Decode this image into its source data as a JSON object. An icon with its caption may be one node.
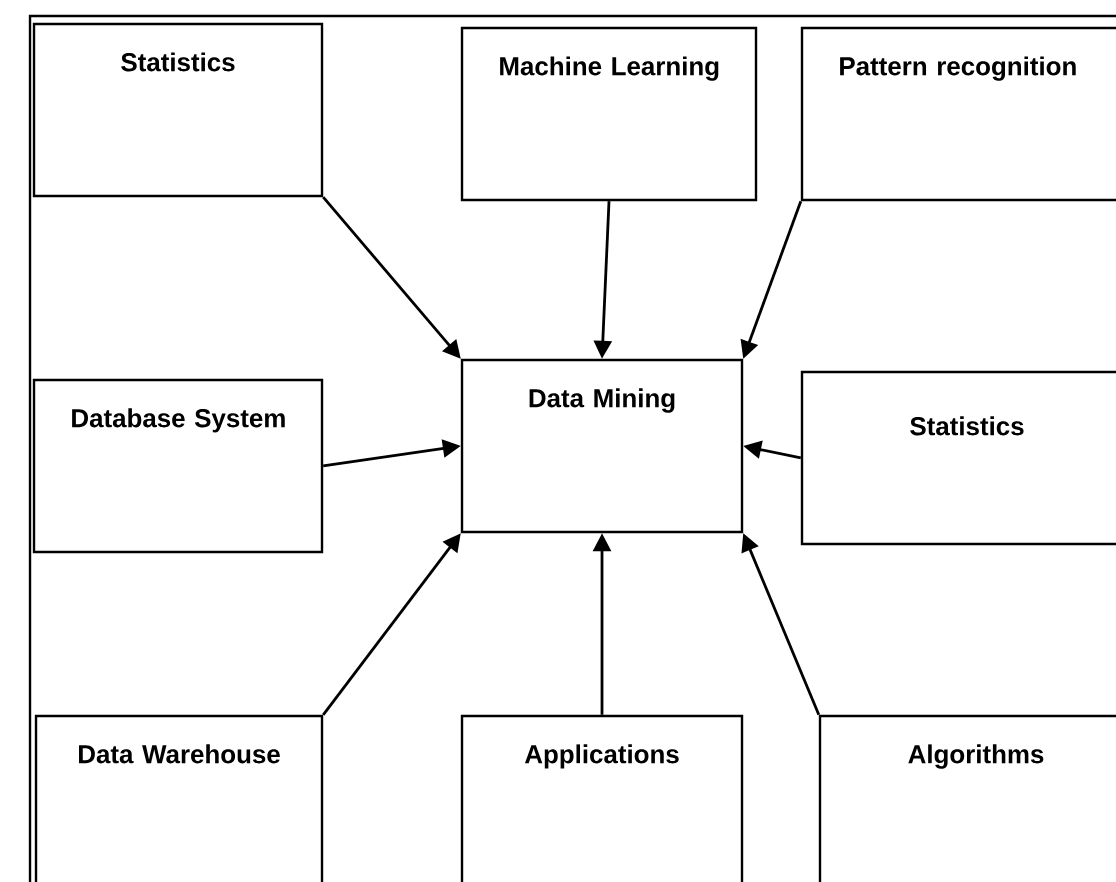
{
  "diagram": {
    "nodes": [
      {
        "text": [
          "Statistics"
        ]
      },
      {
        "text": [
          "Machine Learning"
        ]
      },
      {
        "text": [
          "Pattern recognition"
        ]
      },
      {
        "text": [
          "Database System"
        ]
      },
      {
        "text": [
          "Data Mining"
        ]
      },
      {
        "text": [
          "Statistics"
        ]
      },
      {
        "text": [
          "Data Warehouse"
        ]
      },
      {
        "text": [
          "Applications"
        ]
      },
      {
        "text": [
          "Algorithms"
        ]
      }
    ],
    "edges": [
      {
        "from": 0,
        "to": 4,
        "arrow": "to"
      },
      {
        "from": 1,
        "to": 4,
        "arrow": "to"
      },
      {
        "from": 2,
        "to": 4,
        "arrow": "to"
      },
      {
        "from": 3,
        "to": 4,
        "arrow": "to"
      },
      {
        "from": 5,
        "to": 4,
        "arrow": "to"
      },
      {
        "from": 6,
        "to": 4,
        "arrow": "to"
      },
      {
        "from": 7,
        "to": 4,
        "arrow": "to"
      },
      {
        "from": 8,
        "to": 4,
        "arrow": "to"
      }
    ]
  }
}
